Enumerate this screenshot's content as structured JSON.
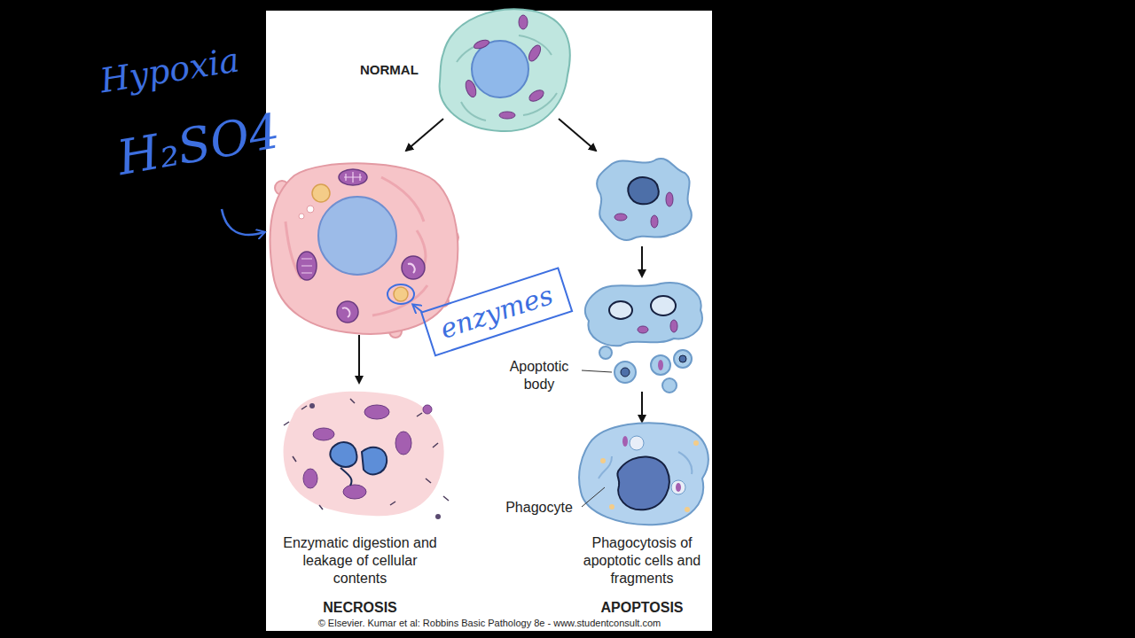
{
  "diagram": {
    "nodes": [
      {
        "text": [
          "enzymes"
        ]
      }
    ],
    "labels": [
      "Hypoxia",
      "H₂SO4",
      "NORMAL",
      "Apoptotic body",
      "Phagocyte",
      "Enzymatic digestion and leakage of cellular contents",
      "Phagocytosis of apoptotic cells and fragments",
      "NECROSIS",
      "APOPTOSIS",
      "© Elsevier. Kumar et al: Robbins Basic Pathology 8e - www.studentconsult.com"
    ]
  }
}
